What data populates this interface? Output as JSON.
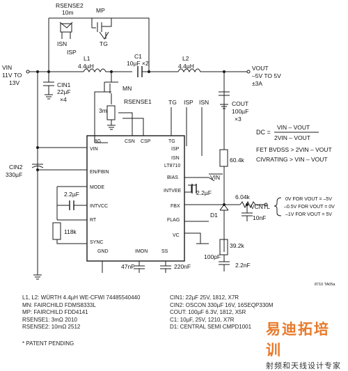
{
  "labels": {
    "rsense2_title": "RSENSE2",
    "rsense2_value": "10m",
    "isn_top": "ISN",
    "isp_top": "ISP",
    "mp": "MP",
    "tg_top": "TG",
    "vin_title": "VIN",
    "vin_range1": "11V TO",
    "vin_range2": "13V",
    "l1": "L1",
    "l1_value": "4.4µH",
    "c1": "C1",
    "c1_value": "10µF ×2",
    "l2": "L2",
    "l2_value": "4.4µH",
    "vout_title": "VOUT",
    "vout_range": "–5V TO 5V",
    "vout_current": "±3A",
    "cin1": "CIN1",
    "cin1_value": "22µF",
    "cin1_mult": "×4",
    "mn": "MN",
    "rsense1": "RSENSE1",
    "r3m": "3m",
    "tg": "TG",
    "isp": "ISP",
    "isn": "ISN",
    "cout": "COUT",
    "cout_value": "100µF",
    "cout_mult": "×3",
    "dc_label": "DC =",
    "dc_num": "VIN – VOUT",
    "dc_den": "2VIN – VOUT",
    "fet_bv": "FET BVDSS > 2VIN – VOUT",
    "ci_rating": "CIVRATING > VIN – VOUT",
    "cin2": "CIN2",
    "cin2_value": "330µF",
    "r60k": "60.4k",
    "r6k": "6.04k",
    "vcntl": "VCNTL",
    "d1": "D1",
    "c10n": "10nF",
    "c22p": "2.2µF",
    "c22p_b": "2.2µF",
    "r118k": "118k",
    "r392k": "39.2k",
    "c47n": "47nF",
    "c220n": "220nF",
    "c100p": "100pF",
    "c22n": "2.2nF",
    "vin_small": "VIN",
    "ref": "8710 TA05a"
  },
  "ic": {
    "name": "LT8710",
    "pins": {
      "bg": "BG",
      "csn": "CSN",
      "csp": "CSP",
      "tg": "TG",
      "vin": "VIN",
      "isp": "ISP",
      "isn": "ISN",
      "en": "EN/FBIN",
      "bias": "BIAS",
      "mode": "MODE",
      "intvee": "INTVEE",
      "intvcc": "INTVCC",
      "fbx": "FBX",
      "rt": "RT",
      "flag": "FLAG",
      "sync": "SYNC",
      "vc": "VC",
      "gnd": "GND",
      "imon": "IMON",
      "ss": "SS"
    }
  },
  "vcntl_table": [
    "0V FOR VOUT = –5V",
    "–0.5V FOR VOUT = 0V",
    "–1V FOR VOUT = 5V"
  ],
  "notes_left": [
    "L1, L2: WÜRTH 4.4µH WE-CFWI 74485540440",
    "MN: FAIRCHILD FDMS8333L",
    "MP: FAIRCHILD FDD4141",
    "RSENSE1: 3mΩ 2010",
    "RSENSE2: 10mΩ 2512"
  ],
  "notes_right": [
    "CIN1: 22µF 25V, 1812, X7R",
    "CIN2: OSCON 330µF 16V, 16SEQP330M",
    "COUT: 100µF 6.3V, 1812, X5R",
    "C1: 10µF, 25V, 1210, X7R",
    "D1: CENTRAL SEMI CMPD1001"
  ],
  "patent": "* PATENT PENDING",
  "watermark": {
    "title": "易迪拓培训",
    "subtitle": "射频和天线设计专家"
  }
}
